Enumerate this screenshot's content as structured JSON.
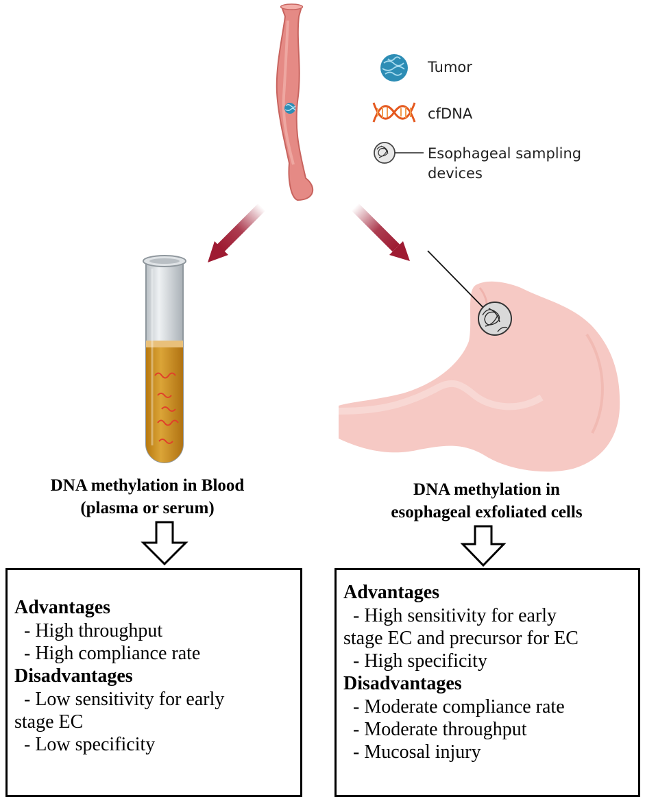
{
  "legend": {
    "tumor": "Tumor",
    "cfdna": "cfDNA",
    "device_line1": "Esophageal sampling",
    "device_line2": "devices"
  },
  "blood": {
    "caption_line1": "DNA methylation in Blood",
    "caption_line2": "(plasma or serum)",
    "box": {
      "advantages_title": "Advantages",
      "adv1": "- High throughput",
      "adv2": "- High compliance rate",
      "disadvantages_title": "Disadvantages",
      "dis1": "- Low sensitivity for early",
      "dis1_cont": "stage EC",
      "dis2": "- Low specificity"
    }
  },
  "cells": {
    "caption_line1": "DNA methylation in",
    "caption_line2": "esophageal exfoliated cells",
    "box": {
      "advantages_title": "Advantages",
      "adv1": "- High sensitivity for early",
      "adv1_cont": "stage EC and precursor for EC",
      "adv2": "- High specificity",
      "disadvantages_title": "Disadvantages",
      "dis1": "- Moderate compliance rate",
      "dis2": "- Moderate throughput",
      "dis3": "- Mucosal injury"
    }
  },
  "colors": {
    "arrow": "#9e1b32",
    "esophagus": "#e58a85",
    "tumor": "#2d8db5",
    "plasma": "#d1951f",
    "stomach": "#f6c9c4"
  }
}
